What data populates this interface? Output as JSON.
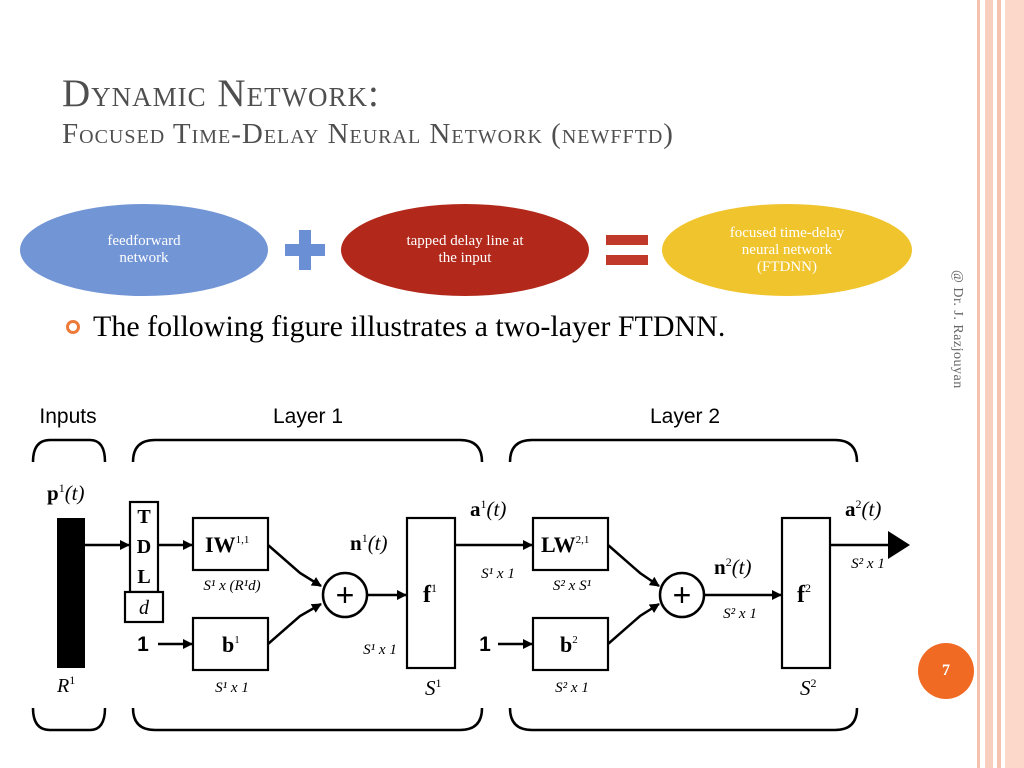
{
  "slide": {
    "title": "Dynamic Network:",
    "subtitle": "Focused Time-Delay Neural Network (newfftd)",
    "author_side": "@ Dr. J. Razjouyan",
    "page_number": "7",
    "bullet": "The following figure illustrates a two-layer FTDNN."
  },
  "equation": {
    "left_line1": "feedforward",
    "left_line2": "network",
    "mid_line1": "tapped delay line at",
    "mid_line2": "the input",
    "right_line1": "focused time-delay",
    "right_line2": "neural network",
    "right_line3": "(FTDNN)"
  },
  "diagram": {
    "inputs_label": "Inputs",
    "layer1_label": "Layer 1",
    "layer2_label": "Layer 2",
    "p_main": "p",
    "p_sup": "1",
    "p_arg": "(t)",
    "R_main": "R",
    "R_sup": "1",
    "tdl_T": "T",
    "tdl_D": "D",
    "tdl_L": "L",
    "tdl_d": "d",
    "iw_main": "IW",
    "iw_sup": "1,1",
    "iw_dim": "S¹ x (R¹d)",
    "b1_main": "b",
    "b1_sup": "1",
    "b1_dim": "S¹ x 1",
    "one_1": "1",
    "n1_main": "n",
    "n1_sup": "1",
    "n1_arg": "(t)",
    "s1x1_a": "S¹ x 1",
    "f1_main": "f",
    "f1_sup": "1",
    "S1_main": "S",
    "S1_sup": "1",
    "a1_main": "a",
    "a1_sup": "1",
    "a1_arg": "(t)",
    "s1x1_b": "S¹ x 1",
    "lw_main": "LW",
    "lw_sup": "2,1",
    "lw_dim": "S² x S¹",
    "one_2": "1",
    "b2_main": "b",
    "b2_sup": "2",
    "b2_dim": "S² x 1",
    "n2_main": "n",
    "n2_sup": "2",
    "n2_arg": "(t)",
    "s2x1_a": "S² x 1",
    "f2_main": "f",
    "f2_sup": "2",
    "S2_main": "S",
    "S2_sup": "2",
    "a2_main": "a",
    "a2_sup": "2",
    "a2_arg": "(t)",
    "s2x1_b": "S² x 1",
    "plus": "+"
  },
  "colors": {
    "oval_blue": "#7295d6",
    "oval_red": "#b2281a",
    "oval_yellow": "#f0c42c",
    "plus_sign": "#6b8fd4",
    "equals_sign": "#c0392b",
    "bullet": "#ee7a3a",
    "page_circle": "#f06a24",
    "stripe": "#f6c2b0"
  }
}
